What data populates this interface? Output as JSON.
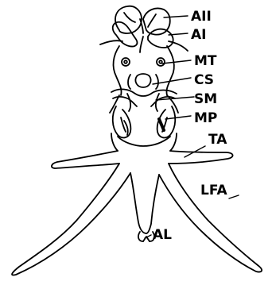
{
  "figure": {
    "labels": {
      "a2": "AII",
      "a1": "AI",
      "mt": "MT",
      "cs": "CS",
      "sm": "SM",
      "mp": "MP",
      "ta": "TA",
      "lfa": "LFA",
      "al": "AL"
    }
  }
}
